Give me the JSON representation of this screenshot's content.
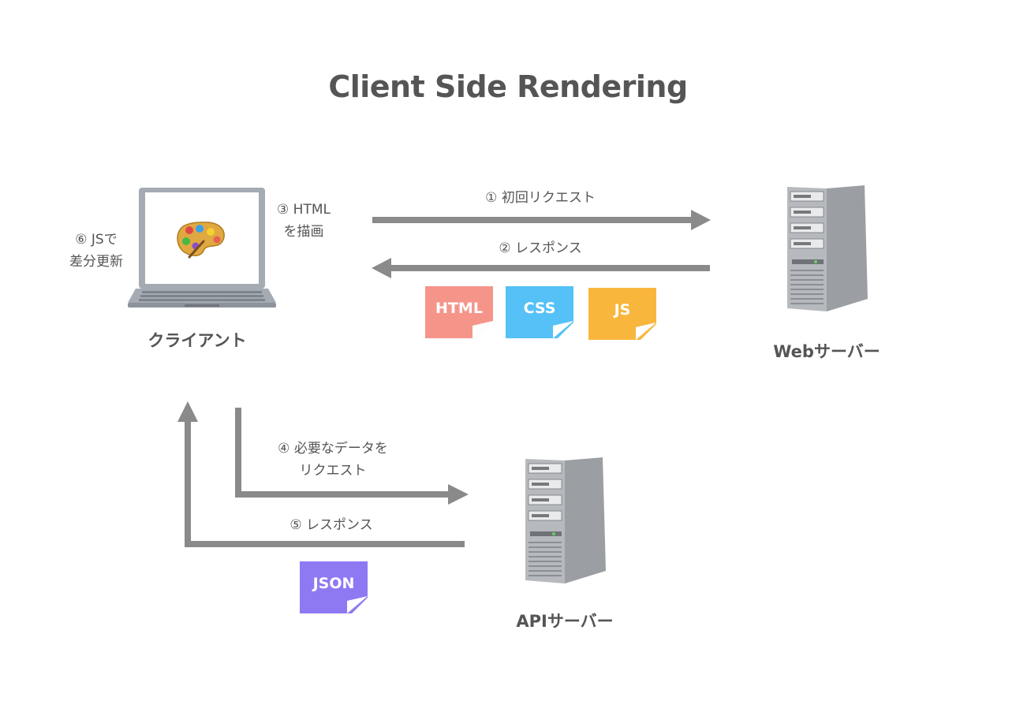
{
  "title": "Client Side Rendering",
  "nodes": {
    "client": "クライアント",
    "web_server": "Webサーバー",
    "api_server": "APIサーバー"
  },
  "steps": {
    "s1": "① 初回リクエスト",
    "s2": "② レスポンス",
    "s3_line1": "③ HTML",
    "s3_line2": "を描画",
    "s4_line1": "④ 必要なデータを",
    "s4_line2": "リクエスト",
    "s5": "⑤ レスポンス",
    "s6_line1": "⑥ JSで",
    "s6_line2": "差分更新"
  },
  "files": {
    "html": {
      "label": "HTML",
      "color": "#f5958a"
    },
    "css": {
      "label": "CSS",
      "color": "#55c1f6"
    },
    "js": {
      "label": "JS",
      "color": "#f9b63d"
    },
    "json": {
      "label": "JSON",
      "color": "#8f79f3"
    }
  },
  "icons": {
    "client": "laptop-icon",
    "palette": "palette-icon",
    "server": "server-tower-icon"
  },
  "colors": {
    "arrow": "#8a8a8a",
    "text": "#555555"
  }
}
